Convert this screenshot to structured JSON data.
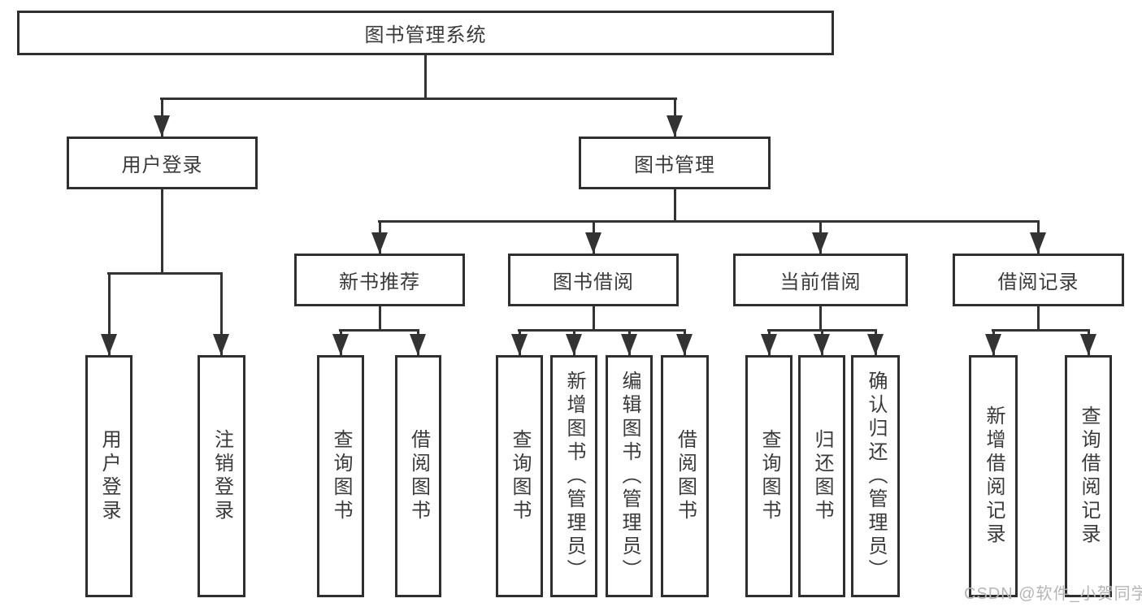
{
  "diagram": {
    "title": "图书管理系统",
    "branches": [
      {
        "label": "用户登录",
        "children": [
          {
            "label": "用户登录"
          },
          {
            "label": "注销登录"
          }
        ]
      },
      {
        "label": "图书管理",
        "children": [
          {
            "label": "新书推荐",
            "children": [
              {
                "label": "查询图书"
              },
              {
                "label": "借阅图书"
              }
            ]
          },
          {
            "label": "图书借阅",
            "children": [
              {
                "label": "查询图书"
              },
              {
                "label": "新增图书（管理员）"
              },
              {
                "label": "编辑图书（管理员）"
              },
              {
                "label": "借阅图书"
              }
            ]
          },
          {
            "label": "当前借阅",
            "children": [
              {
                "label": "查询图书"
              },
              {
                "label": "归还图书"
              },
              {
                "label": "确认归还（管理员）"
              }
            ]
          },
          {
            "label": "借阅记录",
            "children": [
              {
                "label": "新增借阅记录"
              },
              {
                "label": "查询借阅记录"
              }
            ]
          }
        ]
      }
    ]
  },
  "watermark": {
    "text": "CSDN @软件_小贺同学"
  },
  "colors": {
    "line": "#333333",
    "border": "#2f2f2f",
    "text": "#3a3a3a",
    "watermark": "#b5b5b5",
    "bg": "#ffffff"
  }
}
